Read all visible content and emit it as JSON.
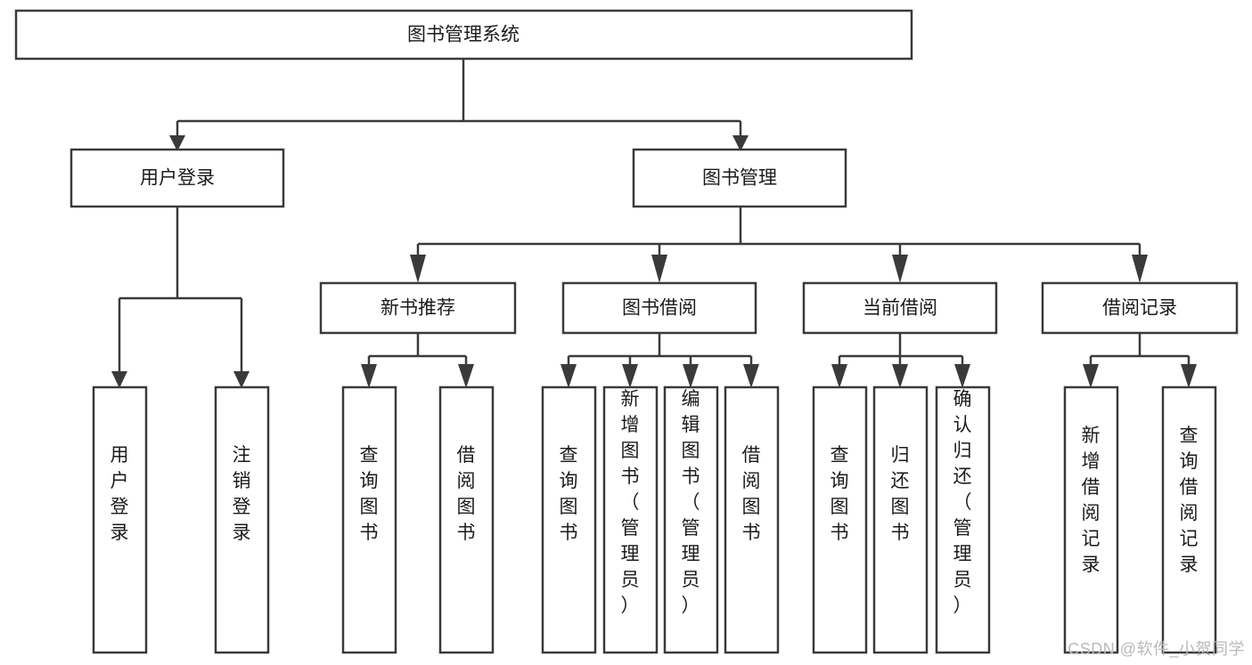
{
  "diagram": {
    "title": "图书管理系统",
    "type": "tree",
    "orientation": "top-down",
    "colors": {
      "box_stroke": "#3a3a3a",
      "box_fill": "#ffffff",
      "connector": "#3a3a3a",
      "text": "#1b1b1b",
      "background": "#ffffff",
      "watermark": "#b9b9b9"
    },
    "root": {
      "label": "图书管理系统"
    },
    "level2": [
      {
        "label": "用户登录"
      },
      {
        "label": "图书管理"
      }
    ],
    "level3": [
      {
        "label": "新书推荐"
      },
      {
        "label": "图书借阅"
      },
      {
        "label": "当前借阅"
      },
      {
        "label": "借阅记录"
      }
    ],
    "leaves": {
      "user_login": [
        {
          "label": "用户登录"
        },
        {
          "label": "注销登录"
        }
      ],
      "new_book_recommend": [
        {
          "label": "查询图书"
        },
        {
          "label": "借阅图书"
        }
      ],
      "book_borrow": [
        {
          "label": "查询图书"
        },
        {
          "label": "新增图书（管理员）"
        },
        {
          "label": "编辑图书（管理员）"
        },
        {
          "label": "借阅图书"
        }
      ],
      "current_borrow": [
        {
          "label": "查询图书"
        },
        {
          "label": "归还图书"
        },
        {
          "label": "确认归还（管理员）"
        }
      ],
      "borrow_record": [
        {
          "label": "新增借阅记录"
        },
        {
          "label": "查询借阅记录"
        }
      ]
    }
  },
  "watermark": {
    "text": "CSDN @软件_小贺同学"
  }
}
